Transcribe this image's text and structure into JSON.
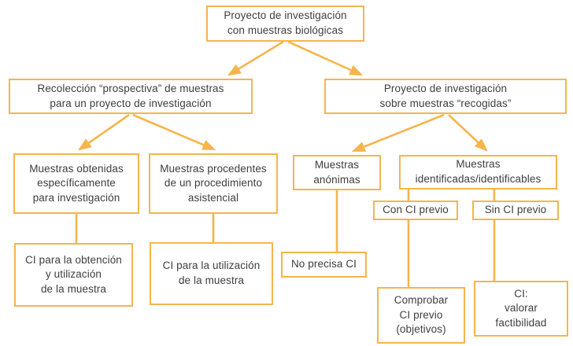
{
  "diagram_title": "Proyecto de investigación con muestras biológicas",
  "colors": {
    "accent": "#F5B54C",
    "text": "#3E3E3E",
    "background": "#FFFFFF"
  },
  "boxes": {
    "root": {
      "lines": [
        "Proyecto de investigación",
        "con muestras biológicas"
      ]
    },
    "prospectiva": {
      "lines": [
        "Recolección “prospectiva” de muestras",
        "para un proyecto de investigación"
      ]
    },
    "recogidas": {
      "lines": [
        "Proyecto de investigación",
        "sobre muestras “recogidas”"
      ]
    },
    "obtenidas": {
      "lines": [
        "Muestras obtenidas",
        "específicamente",
        "para investigación"
      ]
    },
    "procedentes": {
      "lines": [
        "Muestras procedentes",
        "de un procedimiento",
        "asistencial"
      ]
    },
    "anonimas": {
      "lines": [
        "Muestras",
        "anónimas"
      ]
    },
    "identificadas": {
      "lines": [
        "Muestras",
        "identificadas/identificables"
      ]
    },
    "con_ci": {
      "lines": [
        "Con CI previo"
      ]
    },
    "sin_ci": {
      "lines": [
        "Sin CI previo"
      ]
    },
    "ci_obtencion": {
      "lines": [
        "CI para la obtención",
        "y utilización",
        "de la muestra"
      ]
    },
    "ci_utilizacion": {
      "lines": [
        "CI para la utilización",
        "de la muestra"
      ]
    },
    "no_precisa": {
      "lines": [
        "No precisa CI"
      ]
    },
    "comprobar": {
      "lines": [
        "Comprobar",
        "CI previo",
        "(objetivos)"
      ]
    },
    "valorar": {
      "lines": [
        "CI:",
        "valorar",
        "factibilidad"
      ]
    }
  },
  "edges": [
    {
      "from": "root",
      "to": "prospectiva",
      "style": "arrow"
    },
    {
      "from": "root",
      "to": "recogidas",
      "style": "arrow"
    },
    {
      "from": "prospectiva",
      "to": "obtenidas",
      "style": "arrow"
    },
    {
      "from": "prospectiva",
      "to": "procedentes",
      "style": "arrow"
    },
    {
      "from": "recogidas",
      "to": "anonimas",
      "style": "arrow"
    },
    {
      "from": "recogidas",
      "to": "identificadas",
      "style": "arrow"
    },
    {
      "from": "obtenidas",
      "to": "ci_obtencion",
      "style": "line"
    },
    {
      "from": "procedentes",
      "to": "ci_utilizacion",
      "style": "line"
    },
    {
      "from": "anonimas",
      "to": "no_precisa",
      "style": "line"
    },
    {
      "from": "identificadas",
      "to": "con_ci",
      "style": "line"
    },
    {
      "from": "identificadas",
      "to": "sin_ci",
      "style": "line"
    },
    {
      "from": "con_ci",
      "to": "comprobar",
      "style": "line"
    },
    {
      "from": "sin_ci",
      "to": "valorar",
      "style": "line"
    }
  ]
}
